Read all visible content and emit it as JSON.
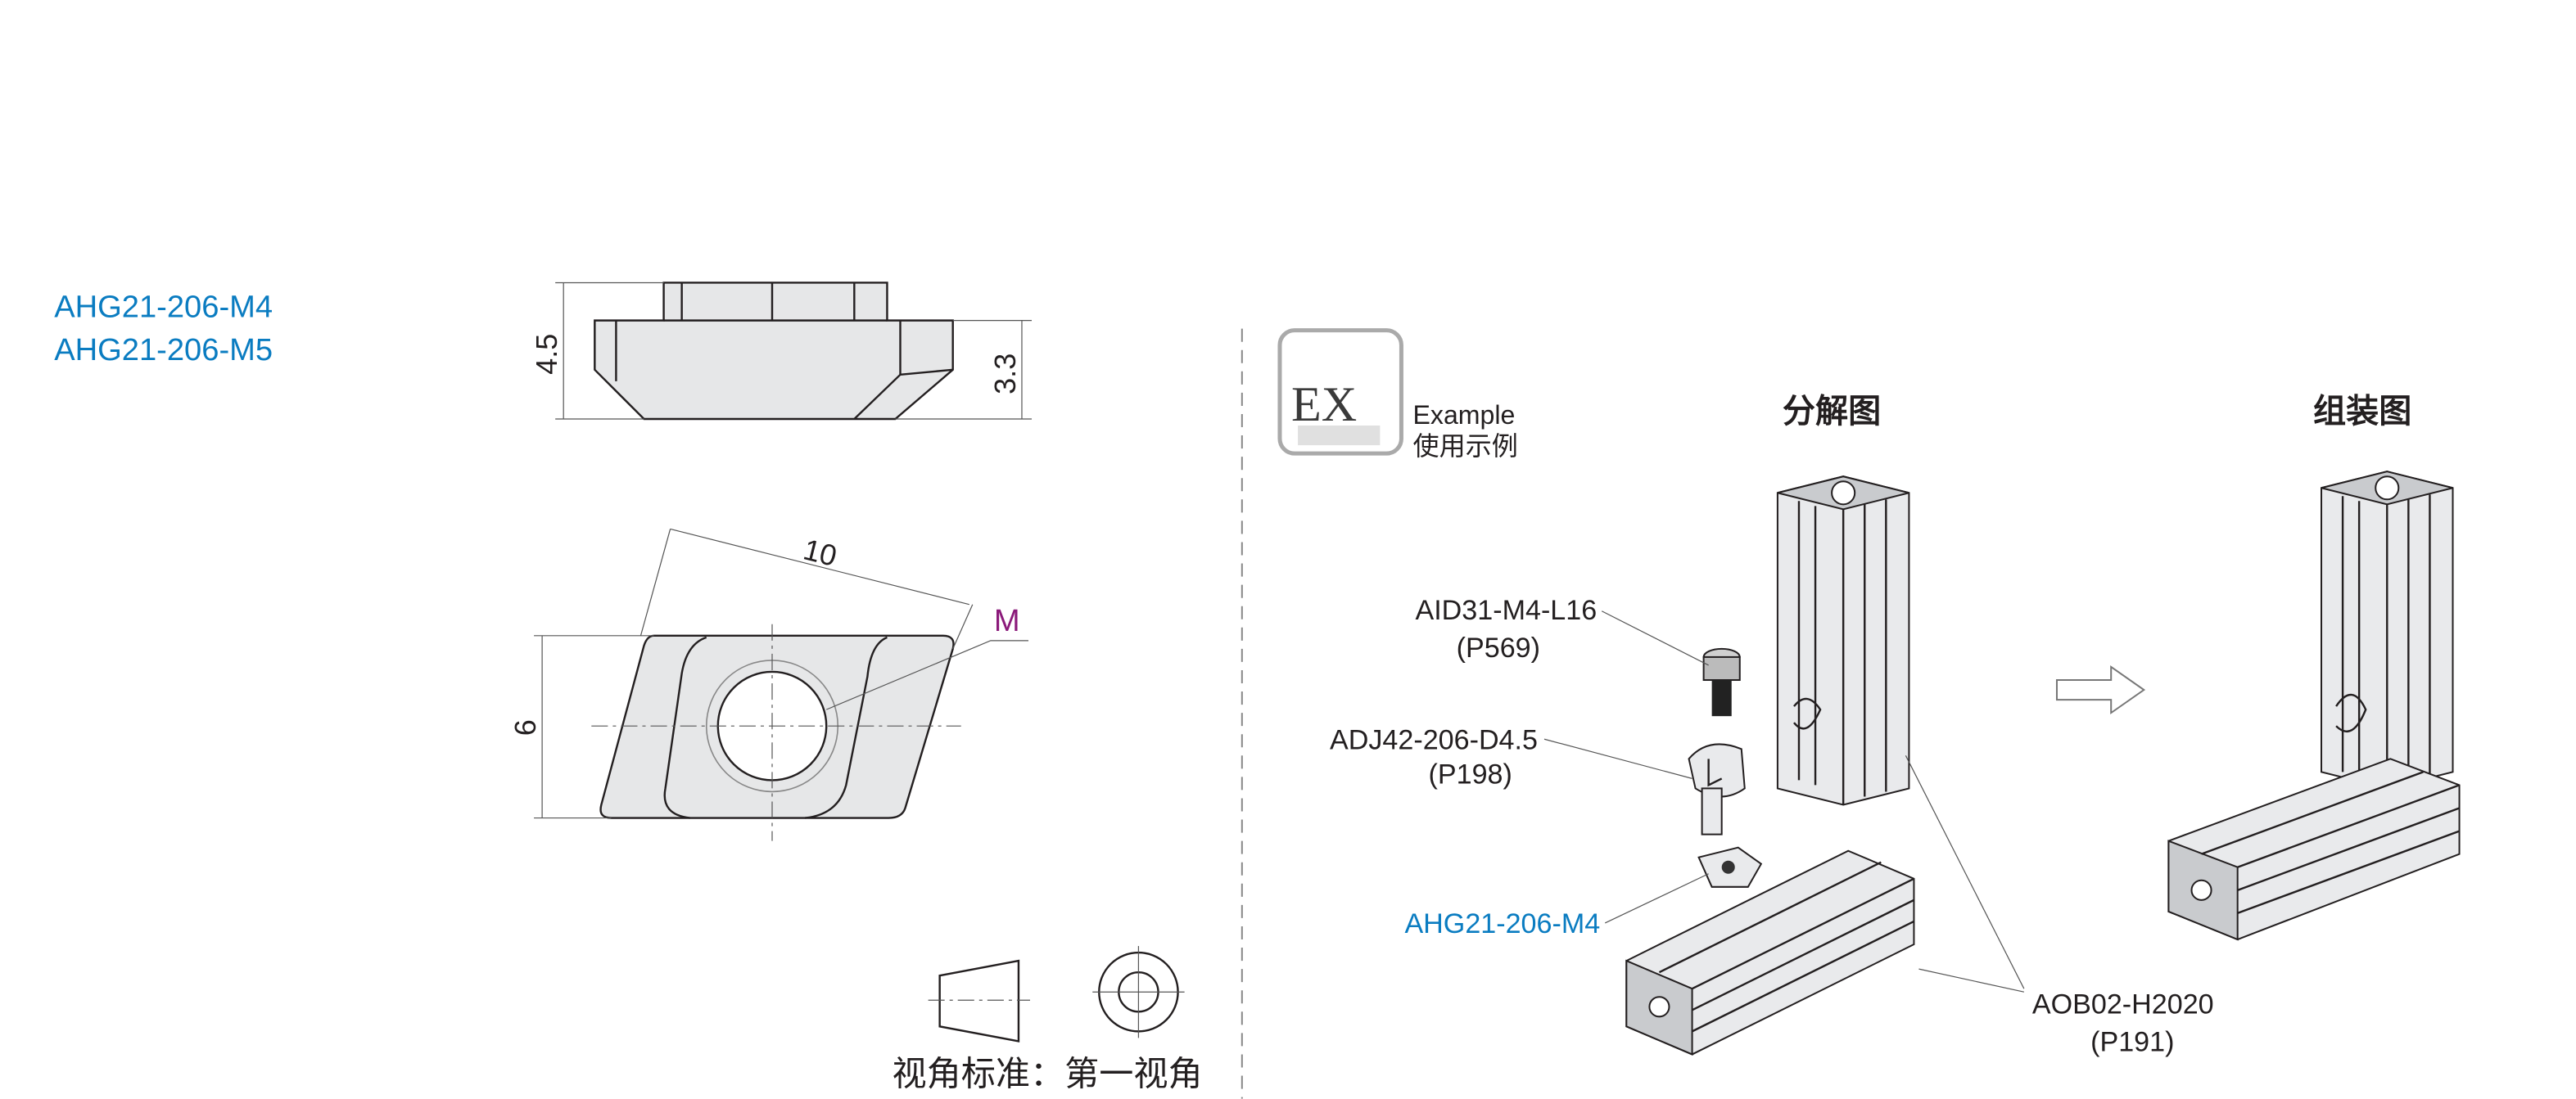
{
  "part_numbers": [
    "AHG21-206-M4",
    "AHG21-206-M5"
  ],
  "dimensions": {
    "height_total": "4.5",
    "height_body": "3.3",
    "length": "10",
    "width": "6",
    "thread": "M"
  },
  "example": {
    "badge": "EX",
    "label_en": "Example",
    "label_cn": "使用示例"
  },
  "views": {
    "exploded": "分解图",
    "assembled": "组装图"
  },
  "callouts": [
    {
      "part": "AID31-M4-L16",
      "page": "(P569)"
    },
    {
      "part": "ADJ42-206-D4.5",
      "page": "(P198)"
    },
    {
      "part": "AHG21-206-M4",
      "page": ""
    },
    {
      "part": "AOB02-H2020",
      "page": "(P191)"
    }
  ],
  "projection": "视角标准：第一视角",
  "colors": {
    "accent_blue": "#0a7cc1",
    "thread_purple": "#8b1a7a",
    "line": "#231f20"
  }
}
